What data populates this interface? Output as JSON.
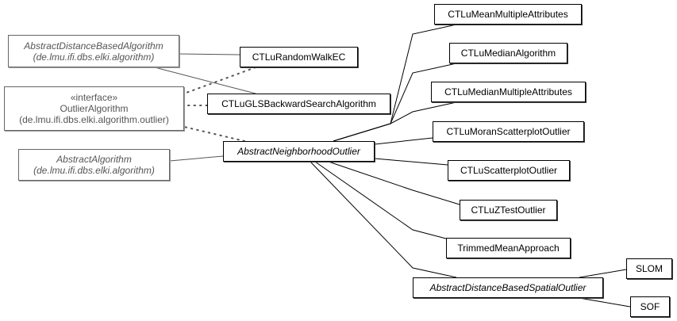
{
  "diagram": {
    "type": "uml-class-hierarchy",
    "center": "AbstractNeighborhoodOutlier",
    "nodes": [
      {
        "id": "adba",
        "name": "AbstractDistanceBasedAlgorithm",
        "package": "(de.lmu.ifi.dbs.elki.algorithm)",
        "stereotype": null,
        "abstract": true,
        "external": true
      },
      {
        "id": "oa",
        "name": "OutlierAlgorithm",
        "package": "(de.lmu.ifi.dbs.elki.algorithm.outlier)",
        "stereotype": "«interface»",
        "abstract": false,
        "external": true
      },
      {
        "id": "aa",
        "name": "AbstractAlgorithm",
        "package": "(de.lmu.ifi.dbs.elki.algorithm)",
        "stereotype": null,
        "abstract": true,
        "external": true
      },
      {
        "id": "rwec",
        "name": "CTLuRandomWalkEC",
        "abstract": false,
        "external": false
      },
      {
        "id": "gls",
        "name": "CTLuGLSBackwardSearchAlgorithm",
        "abstract": false,
        "external": false
      },
      {
        "id": "ano",
        "name": "AbstractNeighborhoodOutlier",
        "abstract": true,
        "external": false
      },
      {
        "id": "mma",
        "name": "CTLuMeanMultipleAttributes",
        "abstract": false,
        "external": false
      },
      {
        "id": "med",
        "name": "CTLuMedianAlgorithm",
        "abstract": false,
        "external": false
      },
      {
        "id": "medma",
        "name": "CTLuMedianMultipleAttributes",
        "abstract": false,
        "external": false
      },
      {
        "id": "moran",
        "name": "CTLuMoranScatterplotOutlier",
        "abstract": false,
        "external": false
      },
      {
        "id": "scat",
        "name": "CTLuScatterplotOutlier",
        "abstract": false,
        "external": false
      },
      {
        "id": "ztest",
        "name": "CTLuZTestOutlier",
        "abstract": false,
        "external": false
      },
      {
        "id": "tma",
        "name": "TrimmedMeanApproach",
        "abstract": false,
        "external": false
      },
      {
        "id": "adbso",
        "name": "AbstractDistanceBasedSpatialOutlier",
        "abstract": true,
        "external": false
      },
      {
        "id": "slom",
        "name": "SLOM",
        "abstract": false,
        "external": false
      },
      {
        "id": "sof",
        "name": "SOF",
        "abstract": false,
        "external": false
      }
    ],
    "edges": [
      {
        "from": "rwec",
        "to": "adba",
        "kind": "extends"
      },
      {
        "from": "gls",
        "to": "adba",
        "kind": "extends"
      },
      {
        "from": "rwec",
        "to": "oa",
        "kind": "implements"
      },
      {
        "from": "gls",
        "to": "oa",
        "kind": "implements"
      },
      {
        "from": "ano",
        "to": "oa",
        "kind": "implements"
      },
      {
        "from": "ano",
        "to": "aa",
        "kind": "extends"
      },
      {
        "from": "mma",
        "to": "ano",
        "kind": "extends"
      },
      {
        "from": "med",
        "to": "ano",
        "kind": "extends"
      },
      {
        "from": "medma",
        "to": "ano",
        "kind": "extends"
      },
      {
        "from": "moran",
        "to": "ano",
        "kind": "extends"
      },
      {
        "from": "scat",
        "to": "ano",
        "kind": "extends"
      },
      {
        "from": "ztest",
        "to": "ano",
        "kind": "extends"
      },
      {
        "from": "tma",
        "to": "ano",
        "kind": "extends"
      },
      {
        "from": "adbso",
        "to": "ano",
        "kind": "extends"
      },
      {
        "from": "slom",
        "to": "adbso",
        "kind": "extends"
      },
      {
        "from": "sof",
        "to": "adbso",
        "kind": "extends"
      }
    ]
  }
}
